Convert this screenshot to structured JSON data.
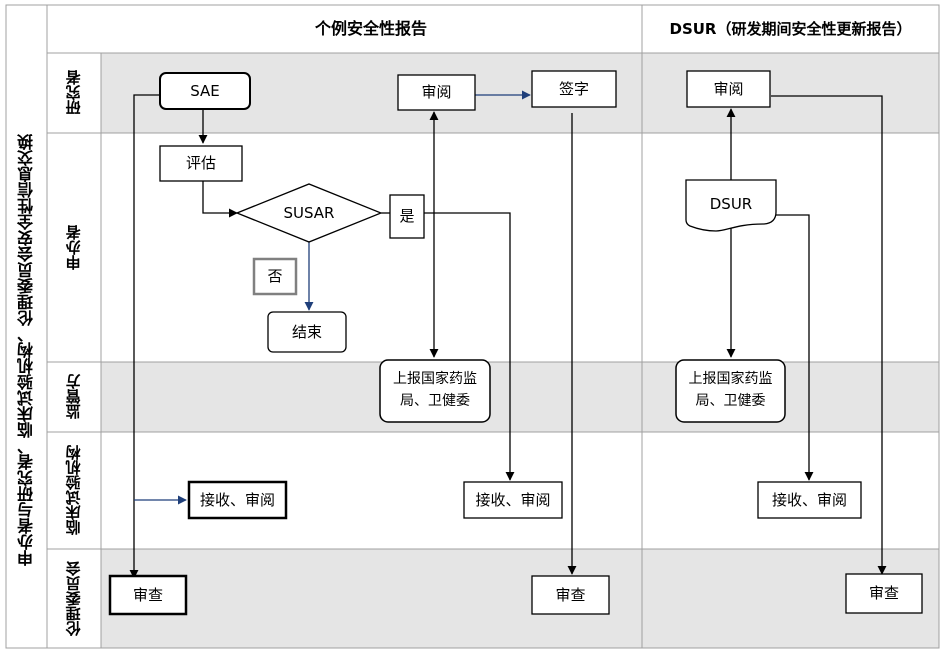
{
  "outer_title": "申办者与研究者、临床试验机构、伦理委员会安全性信息交换",
  "columns": {
    "icsr": "个例安全性报告",
    "dsur": "DSUR（研发期间安全性更新报告）"
  },
  "lanes": {
    "researcher": "研究者",
    "sponsor": "申办者",
    "regulator": "监管方",
    "institution": "临床试验机构",
    "ethics": "伦理委员会"
  },
  "nodes": {
    "sae": "SAE",
    "evaluate": "评估",
    "susar": "SUSAR",
    "yes": "是",
    "no": "否",
    "end": "结束",
    "review_left": "审阅",
    "sign": "签字",
    "report_nmpa_left": "上报国家药监局、卫健委",
    "receive_left": "接收、审阅",
    "receive_mid": "接收、审阅",
    "ethics_review_left": "审查",
    "ethics_review_mid": "审查",
    "review_dsur": "审阅",
    "dsur_doc": "DSUR",
    "report_nmpa_right": "上报国家药监局、卫健委",
    "receive_right": "接收、审阅",
    "ethics_review_right": "审查"
  },
  "colors": {
    "lane_shaded": "#e5e5e5",
    "arrow_blue": "#1f3f7a",
    "line": "#000000",
    "no_box_border": "#808080"
  }
}
